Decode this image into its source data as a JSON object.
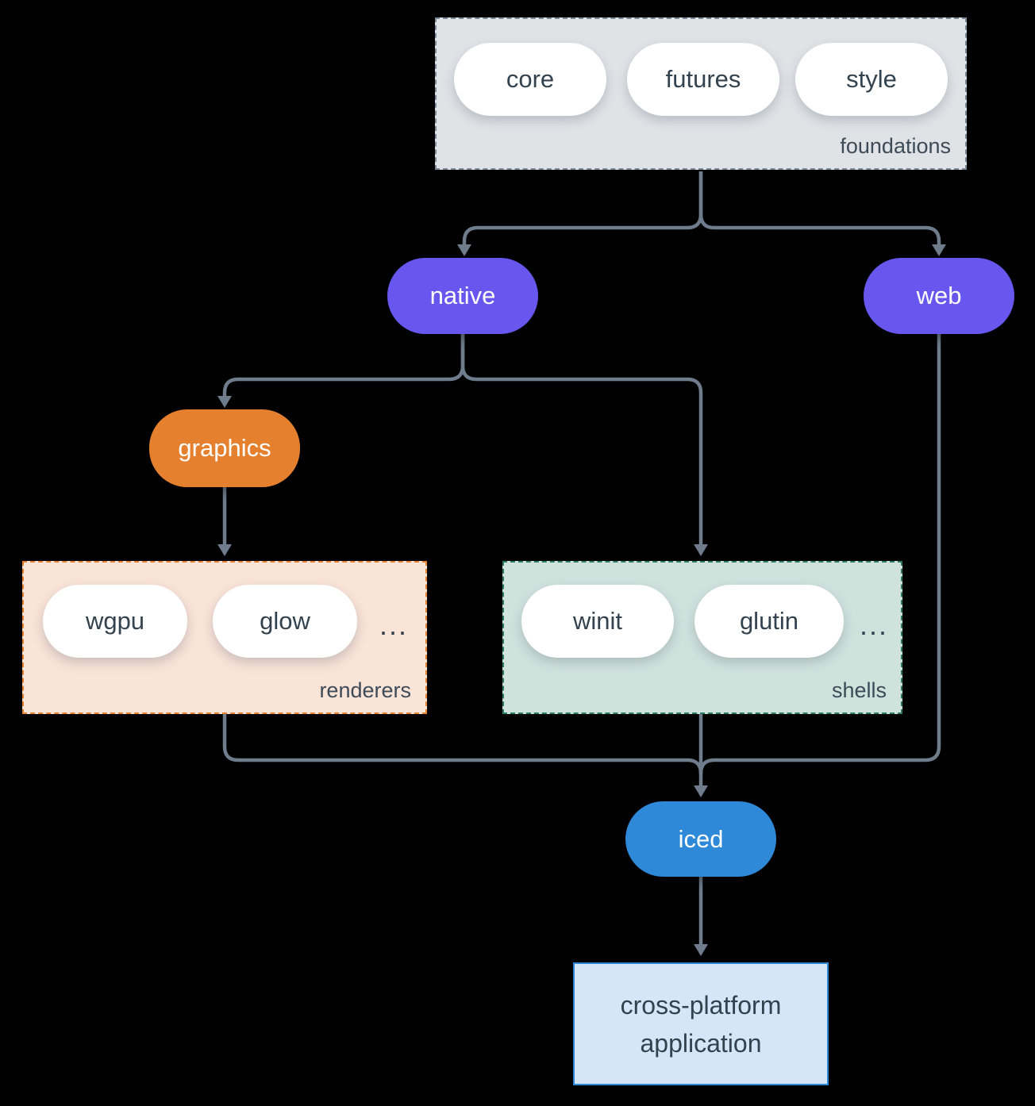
{
  "diagram": {
    "foundations": {
      "label": "foundations",
      "items": [
        "core",
        "futures",
        "style"
      ]
    },
    "native": "native",
    "web": "web",
    "graphics": "graphics",
    "renderers": {
      "label": "renderers",
      "items": [
        "wgpu",
        "glow"
      ],
      "ellipsis": "..."
    },
    "shells": {
      "label": "shells",
      "items": [
        "winit",
        "glutin"
      ],
      "ellipsis": "..."
    },
    "iced": "iced",
    "application": "cross-platform application"
  },
  "colors": {
    "background": "#000000",
    "line": "#6e7c8c",
    "purple": "#6757ee",
    "orange": "#e5812e",
    "blue": "#2e89d8",
    "foundations_bg": "#e0e3e6",
    "foundations_border": "#7b8a98",
    "renderers_bg": "#fae3d7",
    "renderers_border": "#e5812e",
    "shells_bg": "#d0e2dc",
    "shells_border": "#2a7a66",
    "application_bg": "#d4e6f7",
    "application_border": "#2e86d6",
    "pill_bg": "#ffffff",
    "pill_text": "#33424f",
    "solo_pill_text": "#ffffff"
  }
}
